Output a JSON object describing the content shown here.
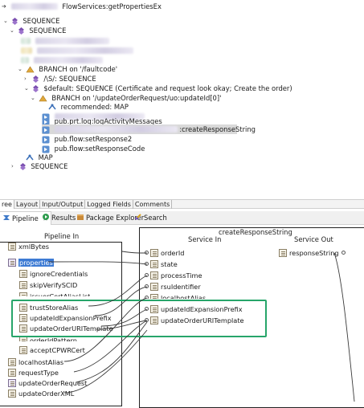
{
  "tree": {
    "rows": [
      {
        "label": "FlowServices:getPropertiesEx",
        "prefix_blur": true
      },
      {
        "label": "SEQUENCE"
      },
      {
        "label": "SEQUENCE"
      },
      {
        "label": ""
      },
      {
        "label": ""
      },
      {
        "label": ""
      },
      {
        "label": "BRANCH on '/faultcode'"
      },
      {
        "label": "/\\S/: SEQUENCE"
      },
      {
        "label": "$default: SEQUENCE (Certificate and request look okay; Create the order)"
      },
      {
        "label": "BRANCH on '/updateOrderRequest/uo:updateId[0]'"
      },
      {
        "label": "recommended: MAP"
      },
      {
        "label": ""
      },
      {
        "label": "pub.prt.log:logActivityMessages"
      },
      {
        "label": ":createResponseString",
        "prefix_blur": true
      },
      {
        "label": "pub.flow:setResponse2"
      },
      {
        "label": "pub.flow:setResponseCode"
      },
      {
        "label": "MAP"
      },
      {
        "label": "SEQUENCE"
      }
    ]
  },
  "bottom_tabs": [
    "ree",
    "Layout",
    "Input/Output",
    "Logged Fields",
    "Comments"
  ],
  "view_tabs": {
    "pipeline": "Pipeline",
    "close": "✕",
    "results": "Results",
    "package_explorer": "Package Explorer",
    "search": "Search"
  },
  "pipeline": {
    "pipeline_in_title": "Pipeline In",
    "service_title": "createResponseString",
    "service_in_title": "Service In",
    "service_out_title": "Service Out",
    "pipeline_in_items": [
      "xmlBytes",
      "properties",
      "ignoreCredentials",
      "skipVerifySCID",
      "issuerCertAliasList",
      "trustStoreAlias",
      "updateIdExpansionPrefix",
      "updateOrderURITemplate",
      "orderIdPattern",
      "acceptCPWRCert",
      "localhostAlias",
      "requestType",
      "updateOrderRequest",
      "updateOrderXML"
    ],
    "service_in_items": [
      "orderId",
      "state",
      "processTime",
      "rsuIdentifier",
      "localhostAlias",
      "updateIdExpansionPrefix",
      "updateOrderURITemplate"
    ],
    "service_out_items": [
      "responseString"
    ]
  },
  "colors": {
    "highlight_box": "#27a56a",
    "selection": "#3d7bd4",
    "sequence_icon": "#7b4fb0",
    "branch_icon": "#e0a83a"
  }
}
